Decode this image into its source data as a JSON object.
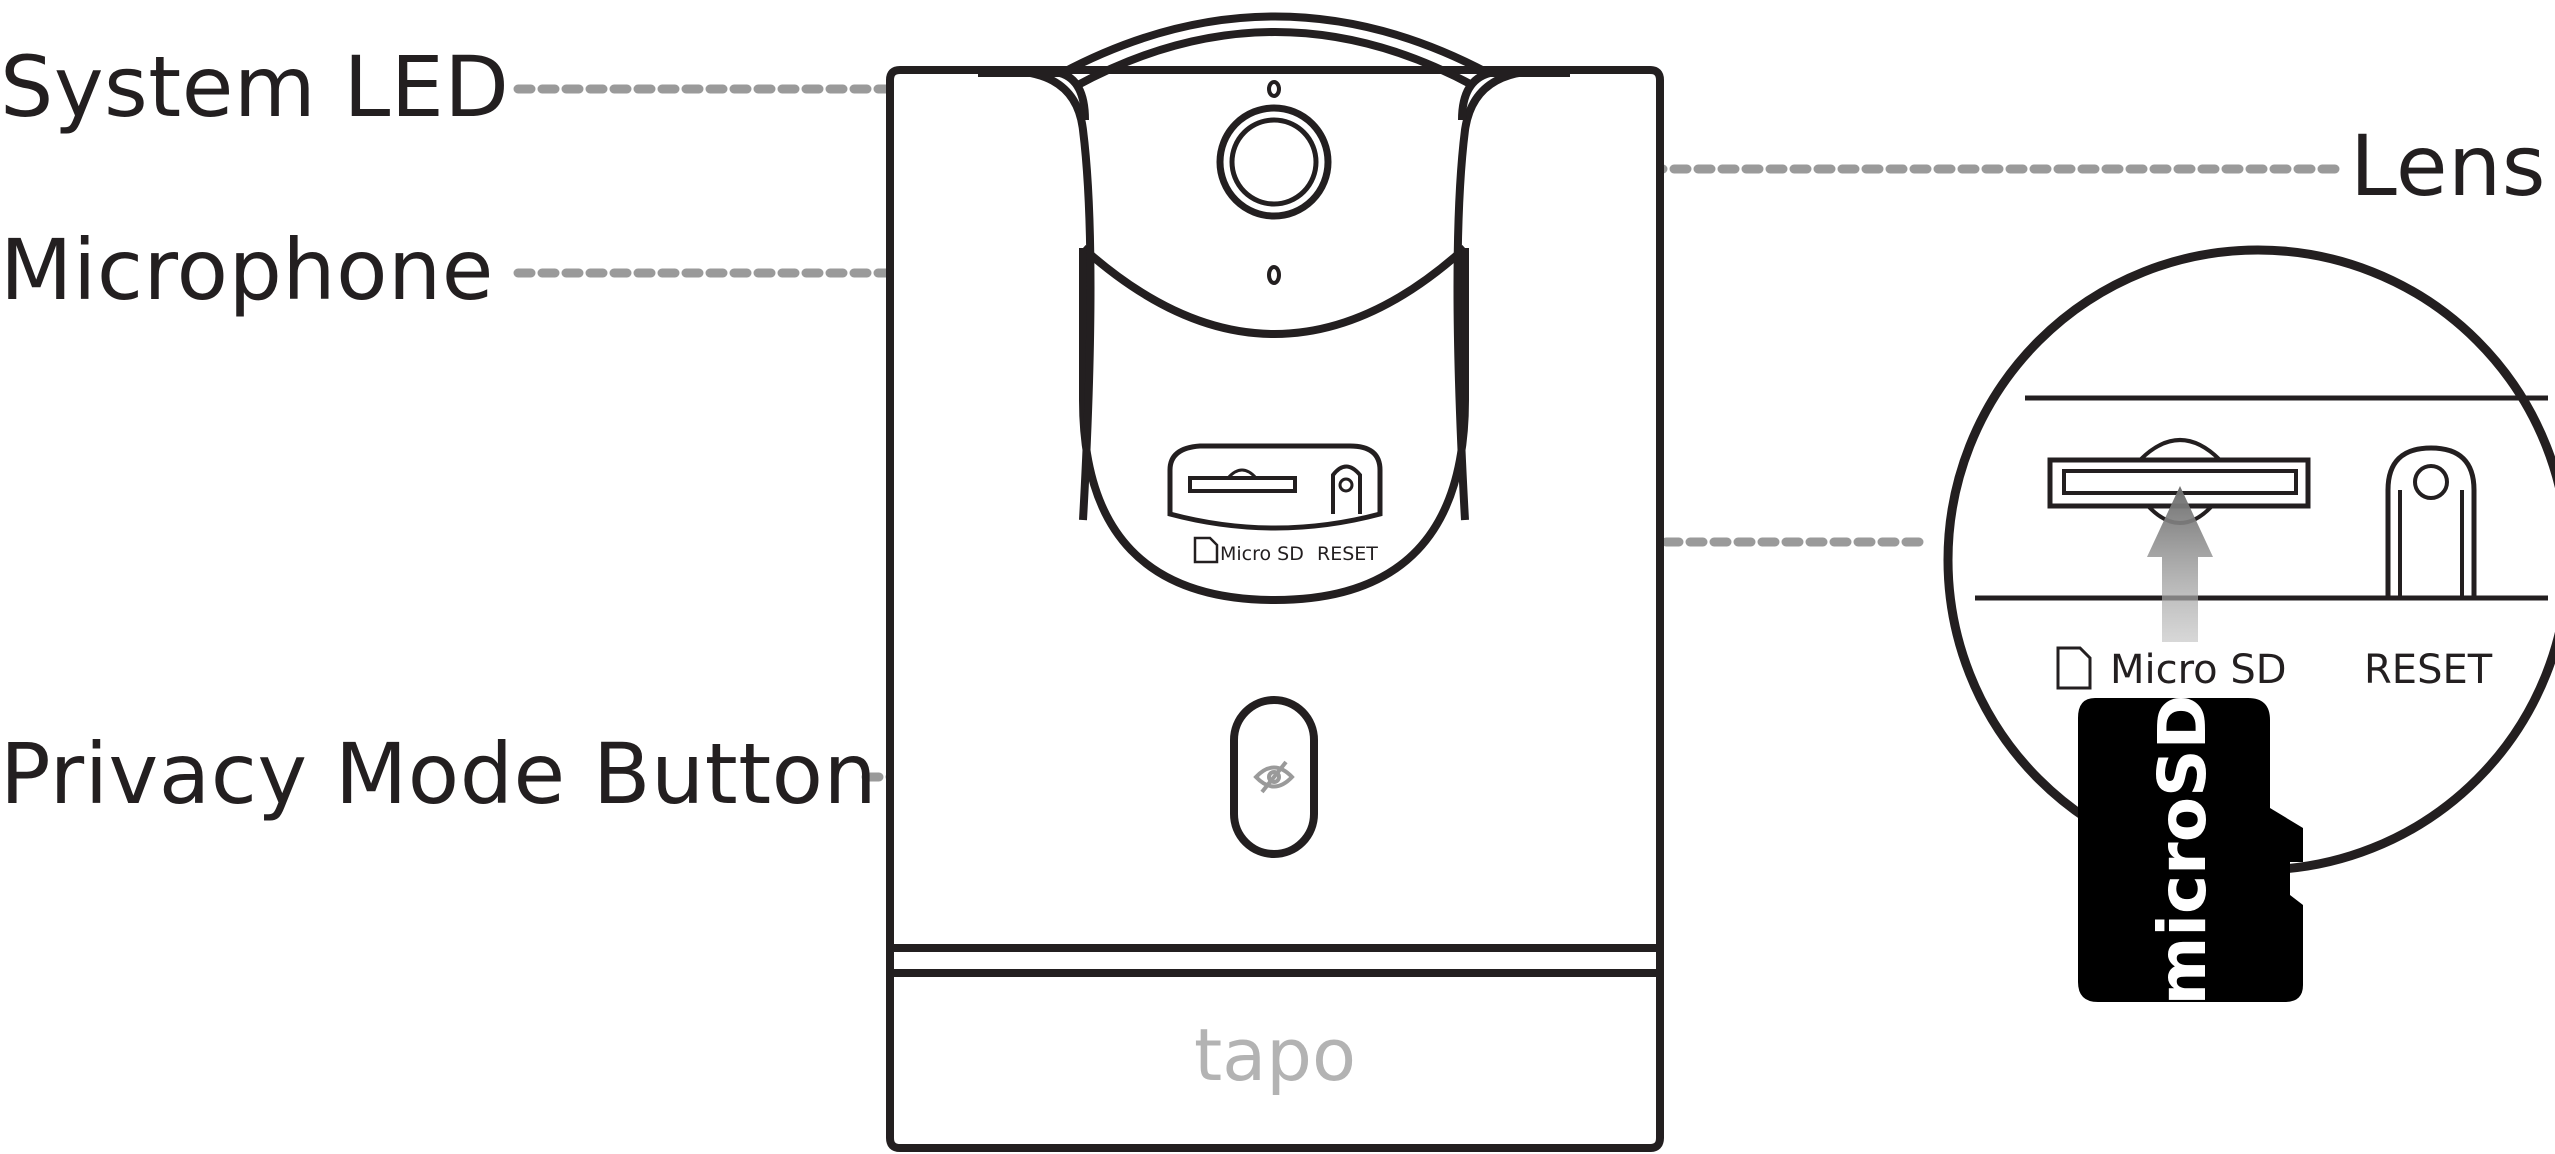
{
  "callouts": {
    "system_led": "System LED",
    "microphone": "Microphone",
    "privacy_mode_button": "Privacy Mode Button",
    "lens": "Lens"
  },
  "camera": {
    "micro_sd_label": "Micro SD",
    "reset_label": "RESET",
    "brand_logo": "tapo"
  },
  "zoom_detail": {
    "micro_sd_label": "Micro SD",
    "reset_label": "RESET",
    "card_text": "microSD"
  },
  "icons": {
    "sd_card": "sd-card-icon",
    "privacy": "eye-slash-icon",
    "insert_arrow": "arrow-up-icon"
  },
  "colors": {
    "outline": "#231f20",
    "leader_line": "#9a9a9a",
    "logo": "#b3b3b3",
    "card_body": "#000000"
  }
}
